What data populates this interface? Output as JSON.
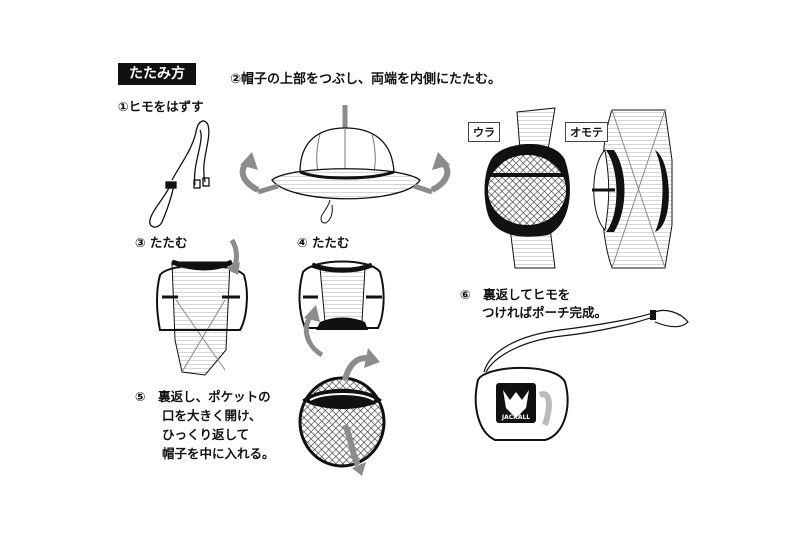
{
  "title": "たたみ方",
  "steps": {
    "s1": "①ヒモをはずす",
    "s2": "②帽子の上部をつぶし、両端を内側にたたむ。",
    "s3": "③ たたむ",
    "s4": "④ たたむ",
    "s5": [
      "⑤　裏返し、ポケットの",
      "口を大きく開け、",
      "ひっくり返して",
      "帽子を中に入れる。"
    ],
    "s6": [
      "⑥　裏返してヒモを",
      "つければポーチ完成。"
    ]
  },
  "labels": {
    "back": "ウラ",
    "front": "オモテ"
  },
  "logo": "JACKALL",
  "colors": {
    "arrow": "#8c8c8c",
    "ink": "#111111"
  }
}
